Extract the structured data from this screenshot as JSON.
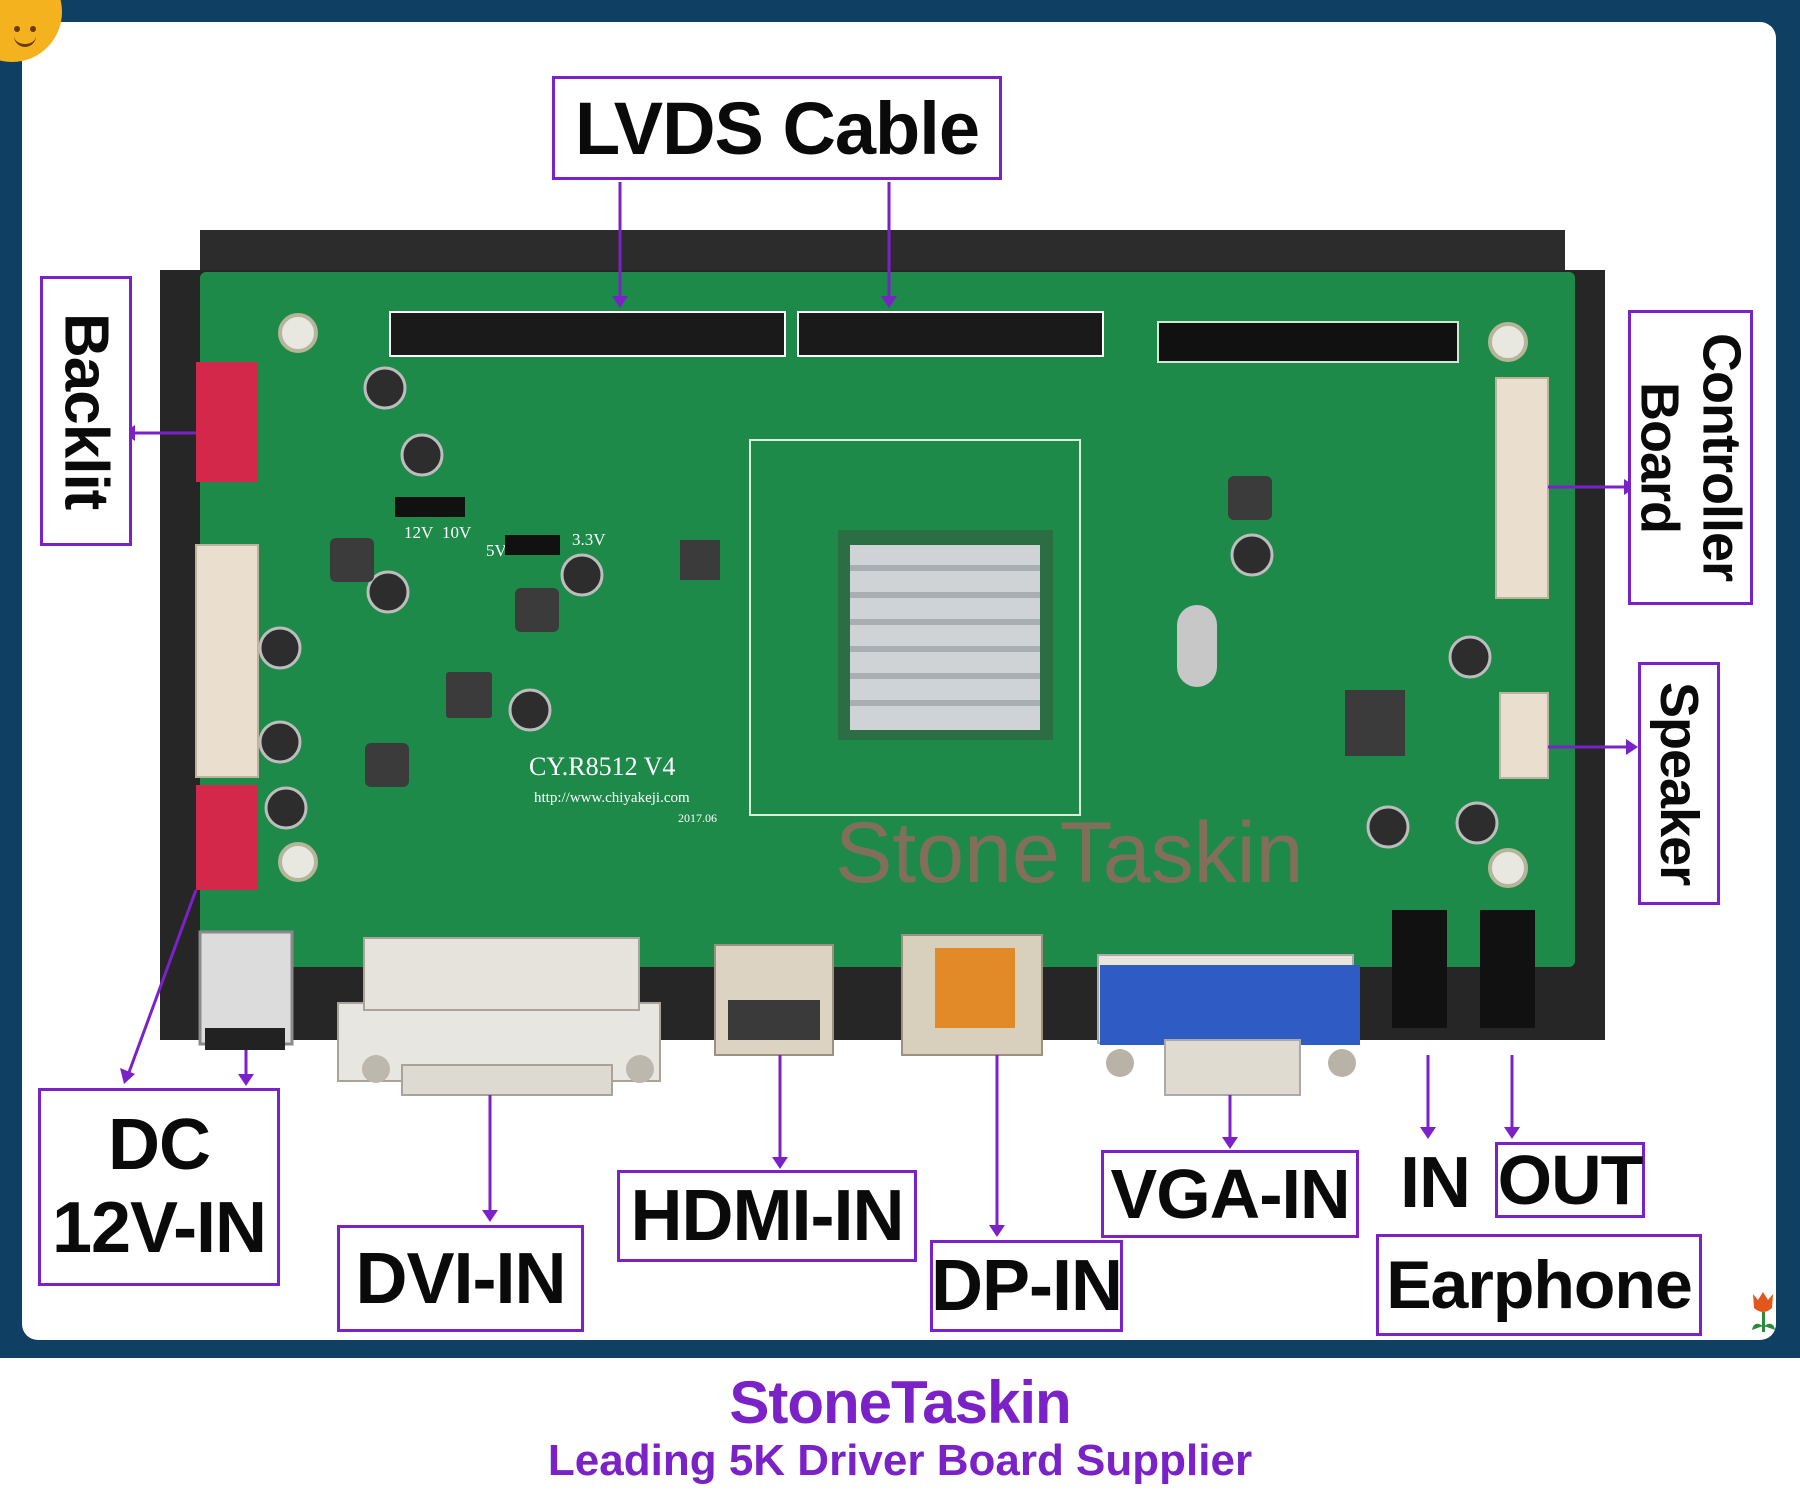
{
  "board": {
    "model_text": "CY.R8512 V4",
    "url_text": "http://www.chiyakeji.com",
    "date_text": "2017.06",
    "jumper_12v": "12V",
    "jumper_10v": "10V",
    "jumper_5v": "5V",
    "jumper_33v": "3.3V",
    "watermark": "StoneTaskin"
  },
  "labels": {
    "lvds": "LVDS Cable",
    "backlit": "Backlit",
    "controller_line1": "Controller",
    "controller_line2": "Board",
    "speaker": "Speaker",
    "dc_line1": "DC",
    "dc_line2": "12V-IN",
    "dvi": "DVI-IN",
    "hdmi": "HDMI-IN",
    "dp": "DP-IN",
    "vga": "VGA-IN",
    "in": "IN",
    "out": "OUT",
    "earphone": "Earphone"
  },
  "footer": {
    "brand": "StoneTaskin",
    "tagline": "Leading 5K Driver Board Supplier"
  },
  "colors": {
    "accent": "#7a22c8",
    "frame": "#0f3f63",
    "pcb": "#1e8a4a"
  }
}
